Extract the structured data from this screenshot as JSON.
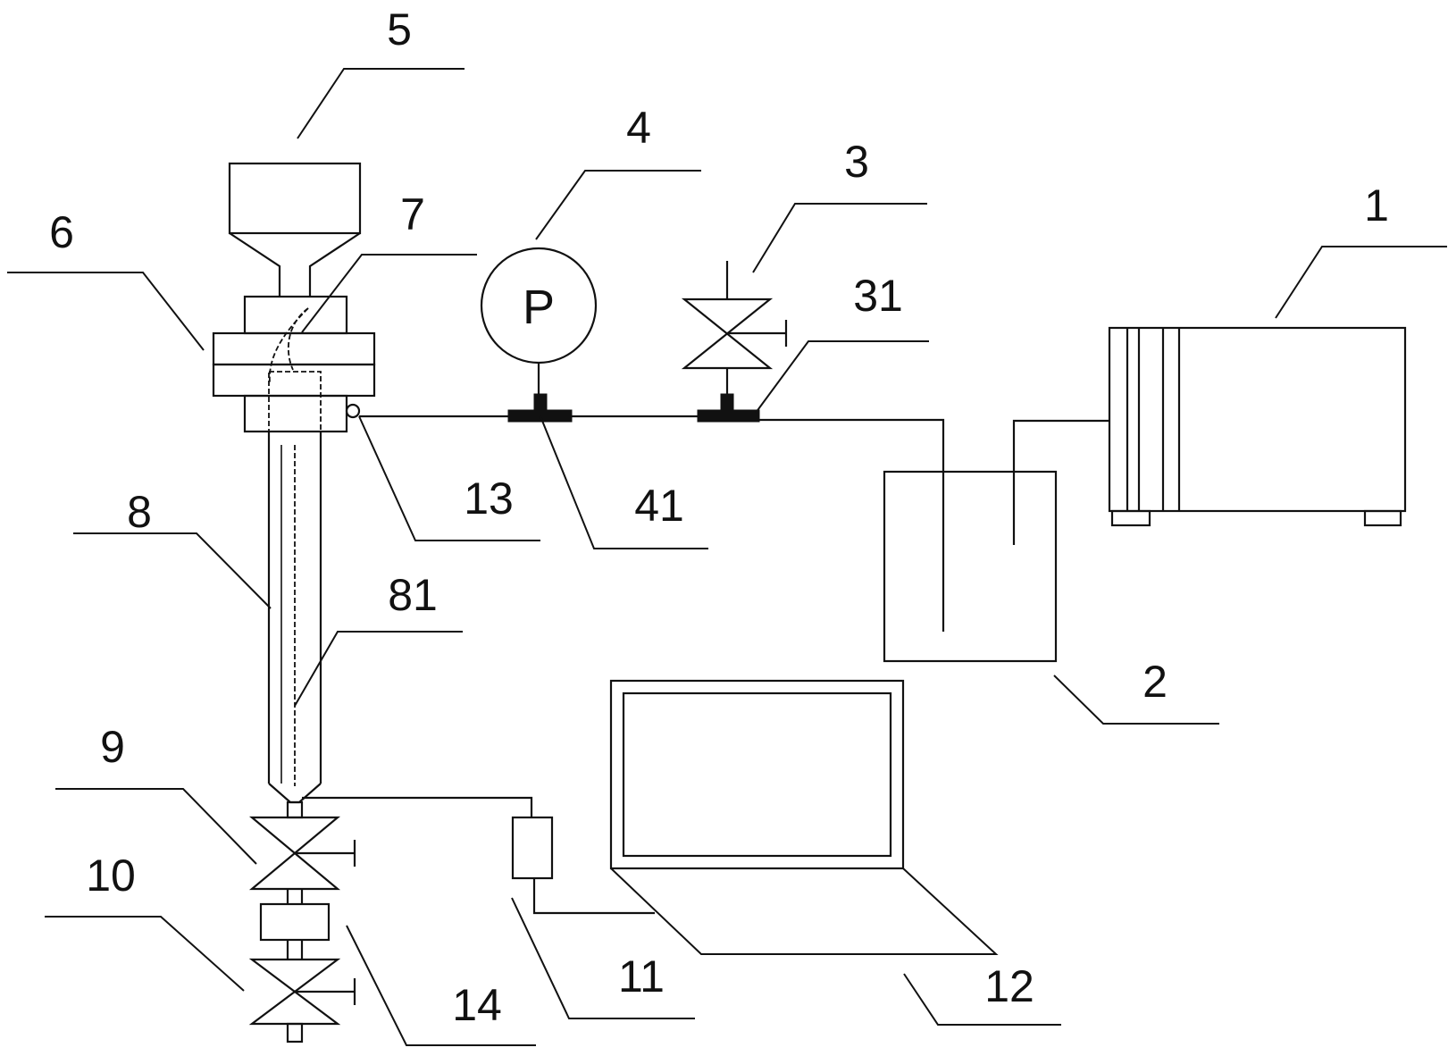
{
  "gauge_symbol": "P",
  "labels": {
    "l1": "1",
    "l2": "2",
    "l3": "3",
    "l31": "31",
    "l4": "4",
    "l41": "41",
    "l5": "5",
    "l6": "6",
    "l7": "7",
    "l8": "8",
    "l81": "81",
    "l9": "9",
    "l10": "10",
    "l11": "11",
    "l12": "12",
    "l13": "13",
    "l14": "14"
  }
}
